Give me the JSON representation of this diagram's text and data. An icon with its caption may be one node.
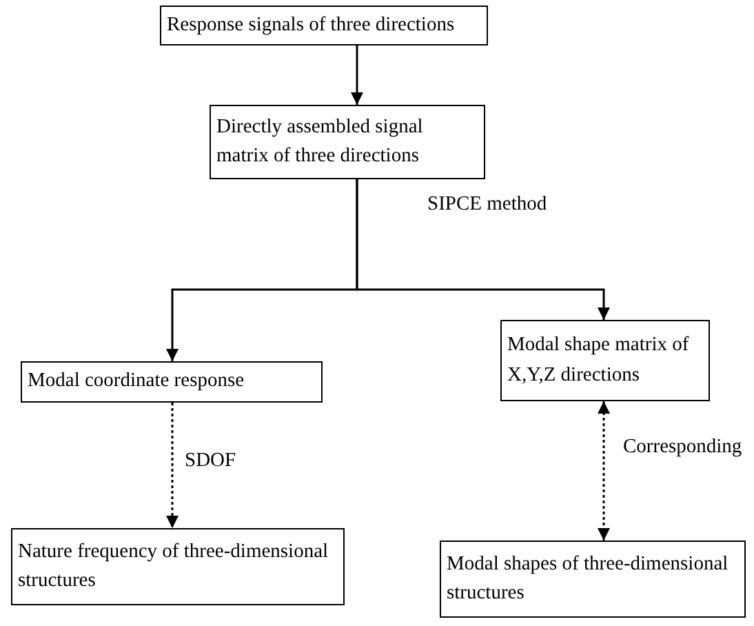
{
  "diagram": {
    "nodes": [
      {
        "text": [
          "Response signals of three directions"
        ]
      },
      {
        "text": [
          "Directly assembled signal matrix of three directions"
        ]
      },
      {
        "text": [
          "Modal coordinate response"
        ]
      },
      {
        "text": [
          "Modal shape matrix of X,Y,Z directions"
        ]
      },
      {
        "text": [
          "Nature frequency of three-dimensional structures"
        ]
      },
      {
        "text": [
          "Modal shapes of three-dimensional structures"
        ]
      }
    ],
    "edges": [
      {
        "from": 0,
        "to": 1,
        "arrow": "to"
      },
      {
        "from": 1,
        "to": 2,
        "arrow": "to",
        "label": "SIPCE method"
      },
      {
        "from": 1,
        "to": 3,
        "arrow": "to"
      },
      {
        "from": 2,
        "to": 4,
        "arrow": "to",
        "label": "SDOF",
        "style": "dashed"
      },
      {
        "from": 3,
        "to": 5,
        "arrow": "both",
        "label": "Corresponding",
        "style": "dashed"
      }
    ]
  }
}
